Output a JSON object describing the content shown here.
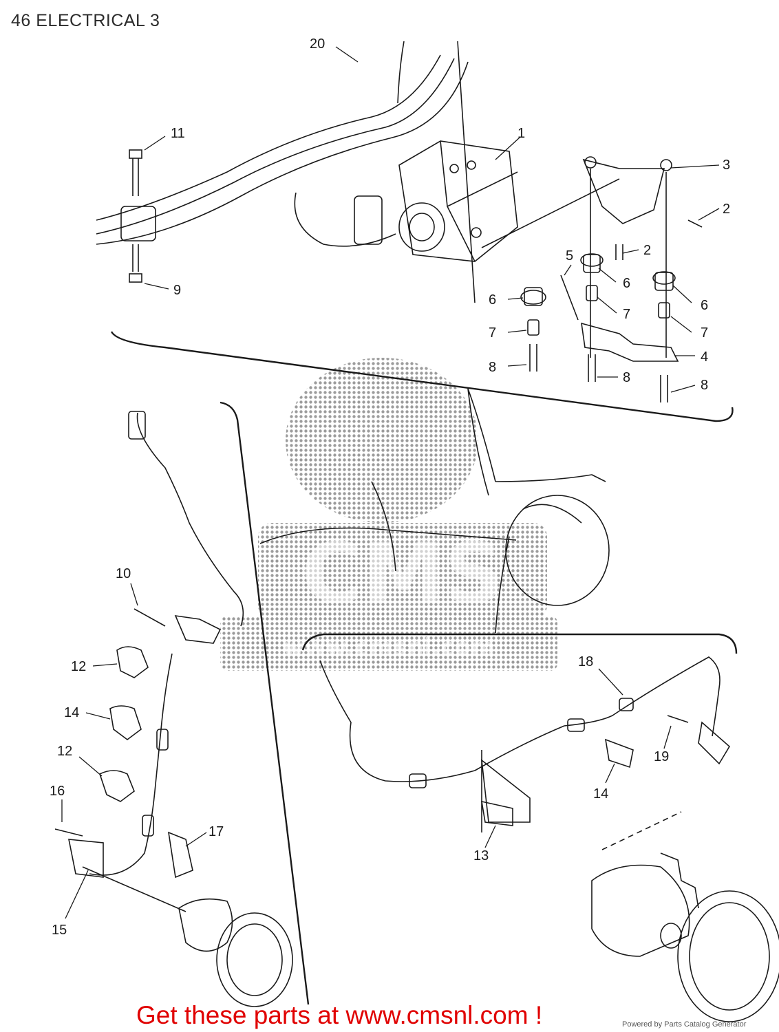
{
  "title": "46 ELECTRICAL 3",
  "watermark": {
    "line1": "CMS",
    "line2": "www.cmsnl.com"
  },
  "footer": {
    "promo": "Get these parts at www.cmsnl.com !",
    "powered": "Powered by Parts Catalog Generator"
  },
  "callouts": [
    {
      "id": "c20",
      "label": "20"
    },
    {
      "id": "c11",
      "label": "11"
    },
    {
      "id": "c1",
      "label": "1"
    },
    {
      "id": "c3",
      "label": "3"
    },
    {
      "id": "c2a",
      "label": "2"
    },
    {
      "id": "c2b",
      "label": "2"
    },
    {
      "id": "c5",
      "label": "5"
    },
    {
      "id": "c6a",
      "label": "6"
    },
    {
      "id": "c6b",
      "label": "6"
    },
    {
      "id": "c6c",
      "label": "6"
    },
    {
      "id": "c7a",
      "label": "7"
    },
    {
      "id": "c7b",
      "label": "7"
    },
    {
      "id": "c7c",
      "label": "7"
    },
    {
      "id": "c4",
      "label": "4"
    },
    {
      "id": "c8a",
      "label": "8"
    },
    {
      "id": "c8b",
      "label": "8"
    },
    {
      "id": "c8c",
      "label": "8"
    },
    {
      "id": "c9",
      "label": "9"
    },
    {
      "id": "c10",
      "label": "10"
    },
    {
      "id": "c12a",
      "label": "12"
    },
    {
      "id": "c14a",
      "label": "14"
    },
    {
      "id": "c12b",
      "label": "12"
    },
    {
      "id": "c16",
      "label": "16"
    },
    {
      "id": "c17",
      "label": "17"
    },
    {
      "id": "c15",
      "label": "15"
    },
    {
      "id": "c18",
      "label": "18"
    },
    {
      "id": "c19",
      "label": "19"
    },
    {
      "id": "c14b",
      "label": "14"
    },
    {
      "id": "c13",
      "label": "13"
    }
  ]
}
